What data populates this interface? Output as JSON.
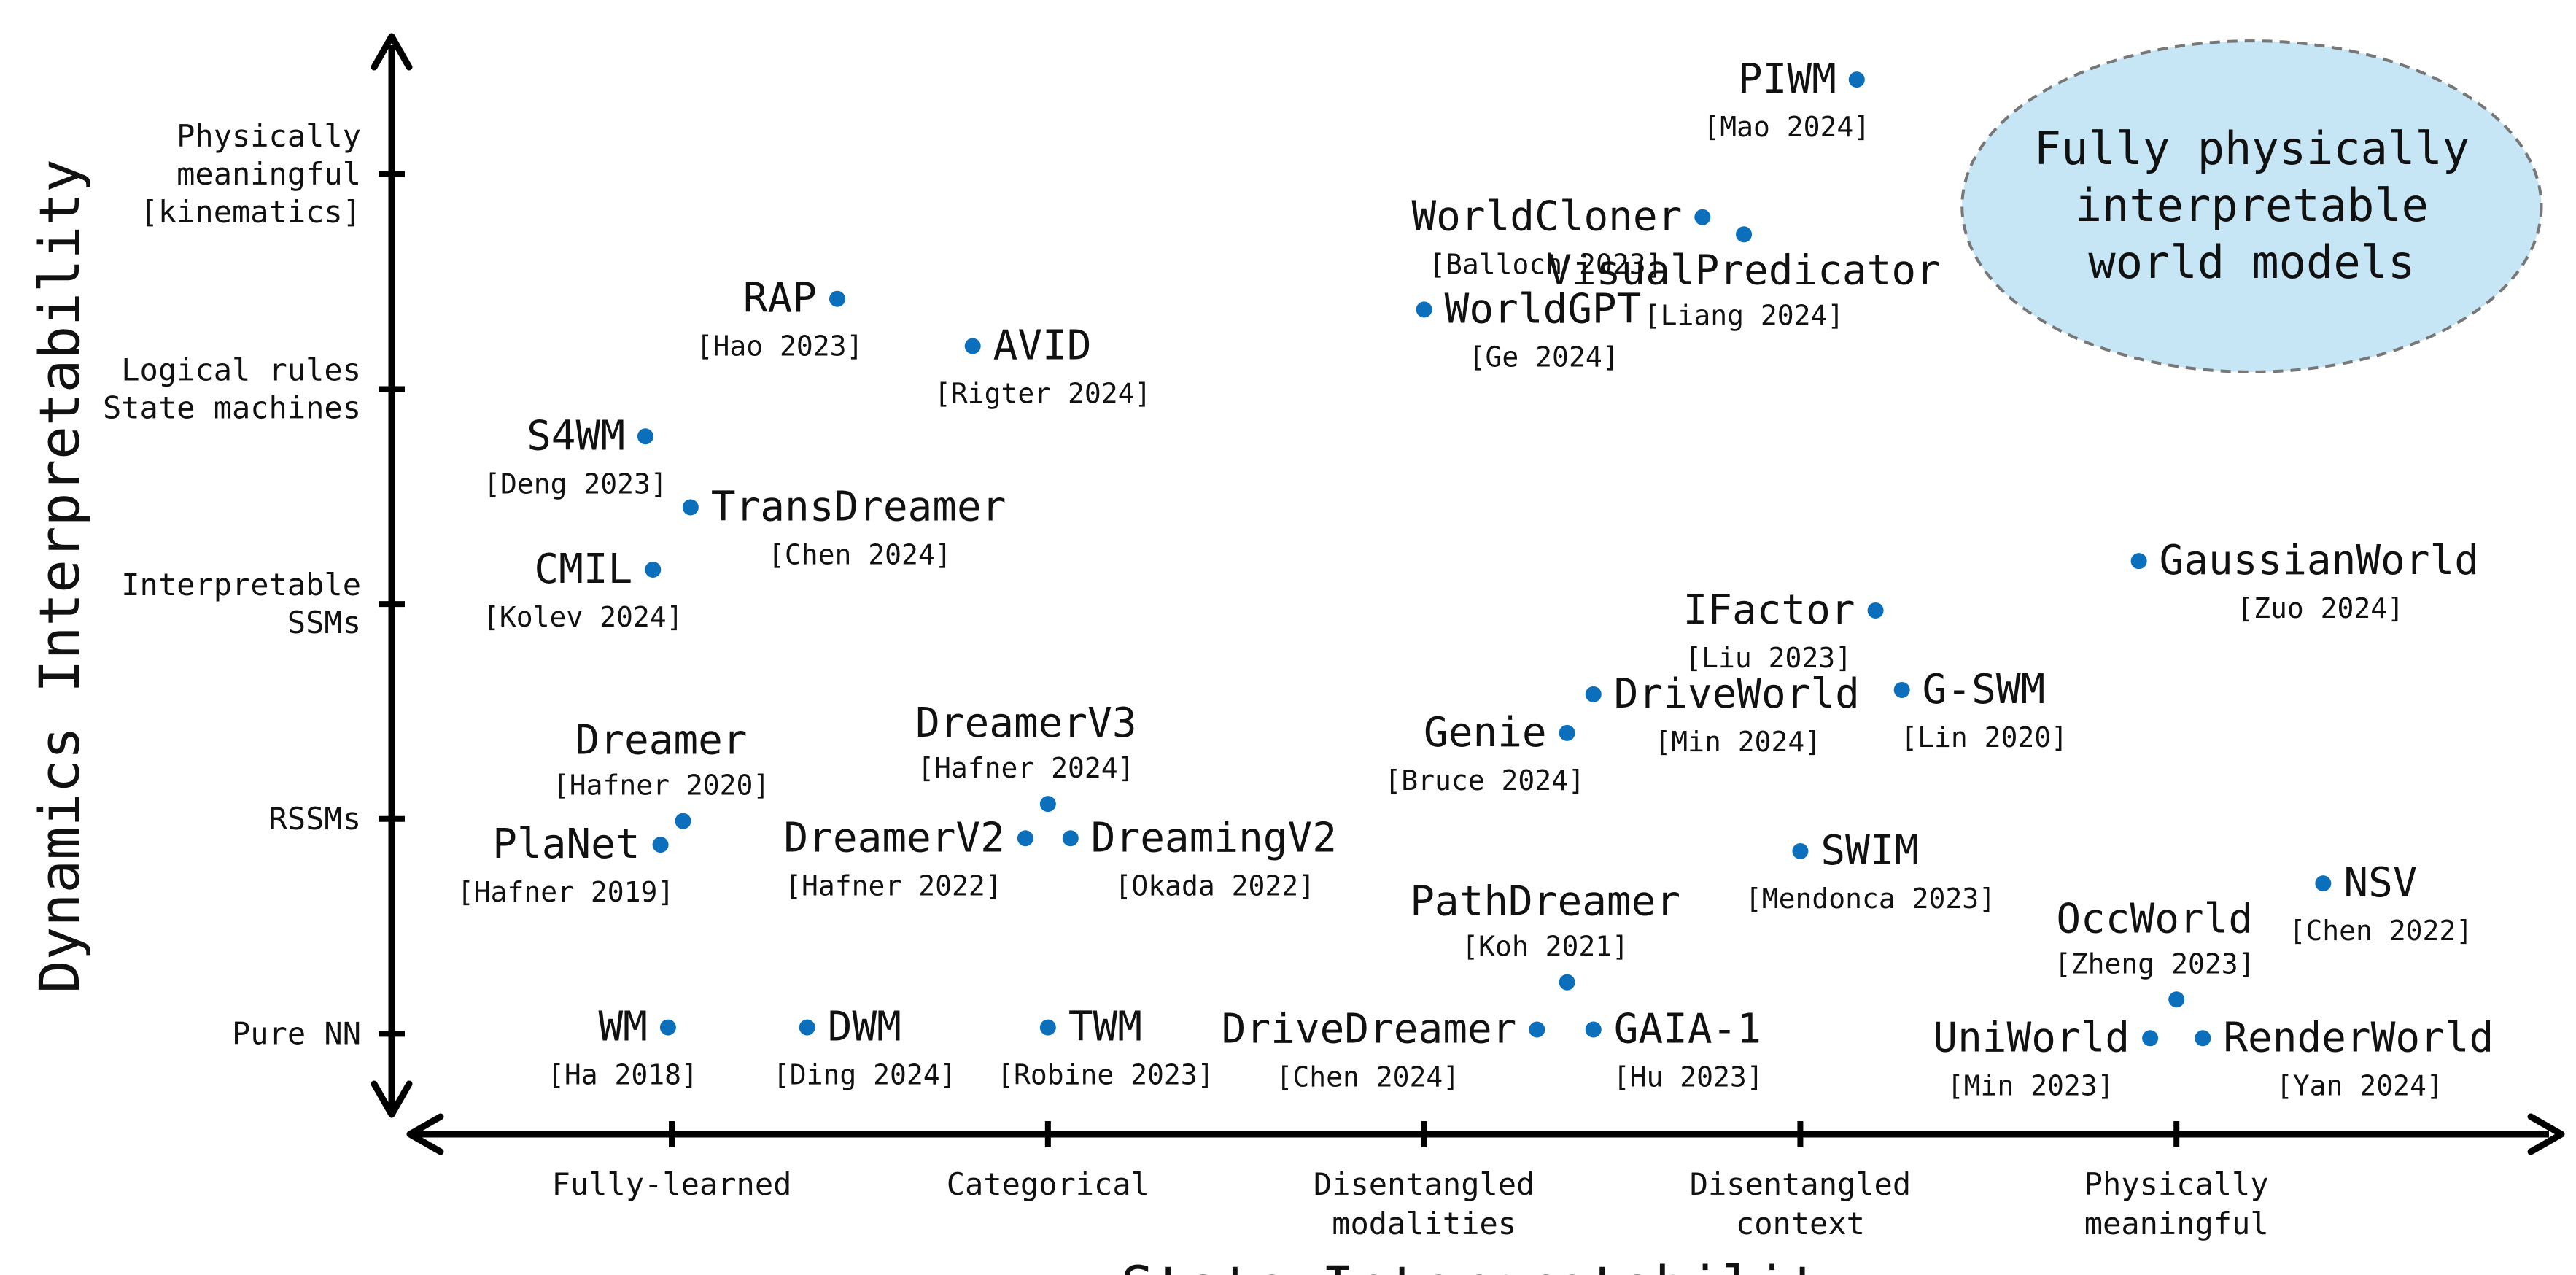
{
  "chart_data": {
    "type": "scatter",
    "xlabel": "State Interpretability",
    "ylabel": "Dynamics Interpretability",
    "x_categories": [
      [
        "Fully-learned"
      ],
      [
        "Categorical"
      ],
      [
        "Disentangled",
        "modalities"
      ],
      [
        "Disentangled",
        "context"
      ],
      [
        "Physically",
        "meaningful"
      ]
    ],
    "y_categories": [
      [
        "Pure NN"
      ],
      [
        "RSSMs"
      ],
      [
        "Interpretable",
        "SSMs"
      ],
      [
        "Logical rules",
        "State machines"
      ],
      [
        "Physically",
        "meaningful",
        "[kinematics]"
      ]
    ],
    "xlim": [
      0.3,
      6.0
    ],
    "ylim": [
      0.55,
      5.6
    ],
    "region": {
      "label": [
        "Fully physically",
        "interpretable",
        "world models"
      ],
      "cx": 5.2,
      "cy": 4.85,
      "rx": 0.77,
      "ry": 0.77,
      "fill": "#c6e6f5",
      "stroke": "#777777"
    },
    "point_color": "#0b6fbb",
    "points": [
      {
        "name": "PIWM",
        "cite": "[Mao 2024]",
        "x": 4.15,
        "y": 5.44,
        "pos": "left"
      },
      {
        "name": "WorldCloner",
        "cite": "[Balloch 2023]",
        "x": 3.74,
        "y": 4.8,
        "pos": "left"
      },
      {
        "name": "VisualPredicator",
        "cite": "[Liang 2024]",
        "x": 3.85,
        "y": 4.72,
        "pos": "below"
      },
      {
        "name": "WorldGPT",
        "cite": "[Ge 2024]",
        "x": 3.0,
        "y": 4.37,
        "pos": "right"
      },
      {
        "name": "RAP",
        "cite": "[Hao 2023]",
        "x": 1.44,
        "y": 4.42,
        "pos": "left"
      },
      {
        "name": "AVID",
        "cite": "[Rigter 2024]",
        "x": 1.8,
        "y": 4.2,
        "pos": "right"
      },
      {
        "name": "S4WM",
        "cite": "[Deng 2023]",
        "x": 0.93,
        "y": 3.78,
        "pos": "left"
      },
      {
        "name": "TransDreamer",
        "cite": "[Chen 2024]",
        "x": 1.05,
        "y": 3.45,
        "pos": "right"
      },
      {
        "name": "CMIL",
        "cite": "[Kolev 2024]",
        "x": 0.95,
        "y": 3.16,
        "pos": "left"
      },
      {
        "name": "IFactor",
        "cite": "[Liu 2023]",
        "x": 4.2,
        "y": 2.97,
        "pos": "left"
      },
      {
        "name": "GaussianWorld",
        "cite": "[Zuo 2024]",
        "x": 4.9,
        "y": 3.2,
        "pos": "right"
      },
      {
        "name": "DriveWorld",
        "cite": "[Min 2024]",
        "x": 3.45,
        "y": 2.58,
        "pos": "right"
      },
      {
        "name": "G-SWM",
        "cite": "[Lin 2020]",
        "x": 4.27,
        "y": 2.6,
        "pos": "right"
      },
      {
        "name": "Genie",
        "cite": "[Bruce 2024]",
        "x": 3.38,
        "y": 2.4,
        "pos": "left"
      },
      {
        "name": "Dreamer",
        "cite": "[Hafner 2020]",
        "x": 1.03,
        "y": 1.99,
        "pos": "above"
      },
      {
        "name": "DreamerV3",
        "cite": "[Hafner 2024]",
        "x": 2.0,
        "y": 2.07,
        "pos": "above"
      },
      {
        "name": "PlaNet",
        "cite": "[Hafner 2019]",
        "x": 0.97,
        "y": 1.88,
        "pos": "left"
      },
      {
        "name": "DreamerV2",
        "cite": "[Hafner 2022]",
        "x": 1.94,
        "y": 1.91,
        "pos": "left"
      },
      {
        "name": "DreamingV2",
        "cite": "[Okada 2022]",
        "x": 2.06,
        "y": 1.91,
        "pos": "right"
      },
      {
        "name": "SWIM",
        "cite": "[Mendonca 2023]",
        "x": 4.0,
        "y": 1.85,
        "pos": "right"
      },
      {
        "name": "NSV",
        "cite": "[Chen 2022]",
        "x": 5.39,
        "y": 1.7,
        "pos": "right"
      },
      {
        "name": "PathDreamer",
        "cite": "[Koh 2021]",
        "x": 3.38,
        "y": 1.24,
        "pos": "above"
      },
      {
        "name": "OccWorld",
        "cite": "[Zheng 2023]",
        "x": 5.0,
        "y": 1.16,
        "pos": "above"
      },
      {
        "name": "WM",
        "cite": "[Ha 2018]",
        "x": 0.99,
        "y": 1.03,
        "pos": "left"
      },
      {
        "name": "DWM",
        "cite": "[Ding 2024]",
        "x": 1.36,
        "y": 1.03,
        "pos": "right"
      },
      {
        "name": "TWM",
        "cite": "[Robine 2023]",
        "x": 2.0,
        "y": 1.03,
        "pos": "right"
      },
      {
        "name": "DriveDreamer",
        "cite": "[Chen 2024]",
        "x": 3.3,
        "y": 1.02,
        "pos": "left"
      },
      {
        "name": "GAIA-1",
        "cite": "[Hu 2023]",
        "x": 3.45,
        "y": 1.02,
        "pos": "right"
      },
      {
        "name": "UniWorld",
        "cite": "[Min 2023]",
        "x": 4.93,
        "y": 0.98,
        "pos": "left"
      },
      {
        "name": "RenderWorld",
        "cite": "[Yan 2024]",
        "x": 5.07,
        "y": 0.98,
        "pos": "right"
      }
    ]
  }
}
